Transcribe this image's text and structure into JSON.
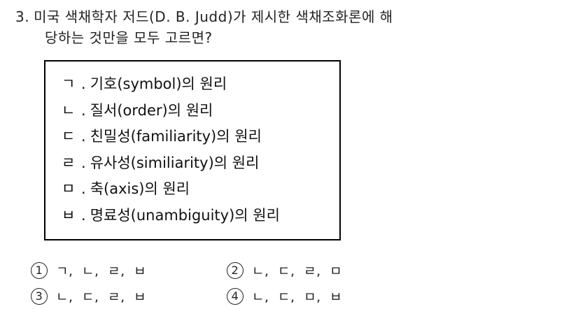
{
  "question": {
    "number": "3.",
    "line1": "미국 색채학자 저드(D. B. Judd)가 제시한 색채조화론에 해",
    "line2": "당하는 것만을 모두 고르면?"
  },
  "box": {
    "items": [
      {
        "marker": "ㄱ",
        "text": "기호(symbol)의 원리"
      },
      {
        "marker": "ㄴ",
        "text": "질서(order)의 원리"
      },
      {
        "marker": "ㄷ",
        "text": "친밀성(familiarity)의 원리"
      },
      {
        "marker": "ㄹ",
        "text": "유사성(similiarity)의 원리"
      },
      {
        "marker": "ㅁ",
        "text": "축(axis)의 원리"
      },
      {
        "marker": "ㅂ",
        "text": "명료성(unambiguity)의 원리"
      }
    ]
  },
  "choices": [
    {
      "number": "1",
      "options": "ㄱ, ㄴ, ㄹ, ㅂ"
    },
    {
      "number": "2",
      "options": "ㄴ, ㄷ, ㄹ, ㅁ"
    },
    {
      "number": "3",
      "options": "ㄴ, ㄷ, ㄹ, ㅂ"
    },
    {
      "number": "4",
      "options": "ㄴ, ㄷ, ㅁ, ㅂ"
    }
  ]
}
